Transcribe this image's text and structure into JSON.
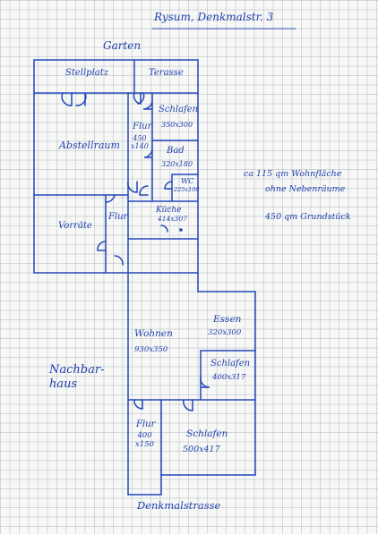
{
  "title": "Rysum, Denkmalstr. 3",
  "labels": {
    "garden": "Garten",
    "parking": "Stellplatz",
    "terrace": "Terasse",
    "storage_room": "Abstellraum",
    "supplies": "Vorräte",
    "hall_small": "Flur",
    "bedroom_top": {
      "name": "Schlafen",
      "size": "350x300"
    },
    "hall_top": {
      "name": "Flur",
      "size": "450\nx140"
    },
    "bath": {
      "name": "Bad",
      "size": "320x180"
    },
    "wc": {
      "name": "WC",
      "size": "225x100"
    },
    "kitchen": {
      "name": "Küche",
      "size": "414x307"
    },
    "dining": {
      "name": "Essen",
      "size": "320x300"
    },
    "living": {
      "name": "Wohnen",
      "size": "930x350"
    },
    "bedroom_mid": {
      "name": "Schlafen",
      "size": "400x317"
    },
    "hall_bottom": {
      "name": "Flur",
      "size": "400\nx150"
    },
    "bedroom_bottom": {
      "name": "Schlafen",
      "size": "500x417"
    },
    "neighbor": "Nachbar-\nhaus",
    "street": "Denkmalstrasse"
  },
  "notes": {
    "living_area": "ca 115 qm Wohnfläche",
    "no_side_rooms": "ohne Nebenräume",
    "plot": "450 qm Grundstück"
  }
}
